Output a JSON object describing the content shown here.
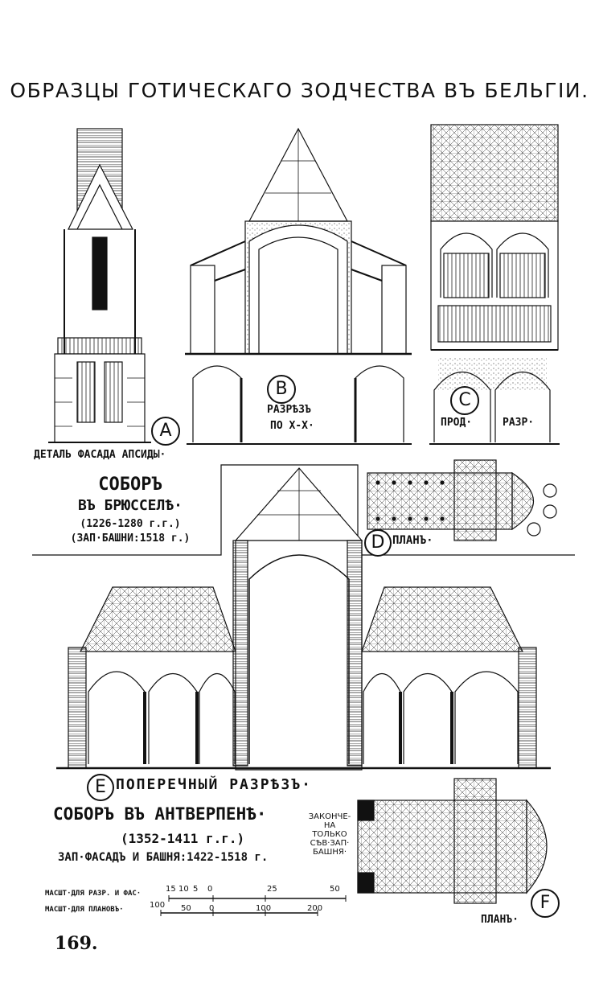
{
  "title": "ОБРАЗЦЫ ГОТИЧЕСКАГО ЗОДЧЕСТВА ВЪ БЕЛЬГIИ.",
  "figures": {
    "a": {
      "letter": "A",
      "caption": "ДЕТАЛЬ ФАСАДА АПСИДЫ·"
    },
    "b": {
      "letter": "B",
      "caption_1": "РАЗРѢЗЪ",
      "caption_2": "ПО X-X·"
    },
    "c": {
      "letter": "C",
      "caption_1": "ПРОД·",
      "caption_2": "РАЗР·"
    },
    "d": {
      "letter": "D",
      "caption": "ПЛАНЪ·"
    },
    "e": {
      "letter": "E",
      "caption": "ПОПЕРЕЧНЫЙ РАЗРѢЗЪ·"
    },
    "f": {
      "letter": "F",
      "caption": "ПЛАНЪ·"
    }
  },
  "brussels": {
    "line1": "СОБОРЪ",
    "line2": "ВЪ БРЮССЕЛѢ·",
    "line3": "(1226-1280 г.г.)",
    "line4": "(ЗАП·БАШНИ:1518 г.)"
  },
  "antwerp": {
    "line1": "СОБОРЪ ВЪ АНТВЕРПЕНѢ·",
    "line2": "(1352-1411 г.г.)",
    "line3": "ЗАП·ФАСАДЪ И БАШНЯ:1422-1518 г."
  },
  "plan_note": [
    "ЗАКОНЧЕ-",
    "НА ТОЛЬКО",
    "СѢВ·ЗАП·",
    "БАШНЯ·"
  ],
  "scales": {
    "scale1_label": "МАСШТ·ДЛЯ РАЗР. И ФАС·",
    "scale1_ticks": [
      "15",
      "10",
      "5",
      "0",
      "25",
      "50"
    ],
    "scale2_label": "МАСШТ·ДЛЯ ПЛАНОВЪ·",
    "scale2_ticks": [
      "100",
      "50",
      "0",
      "100",
      "200"
    ]
  },
  "page_number": "169."
}
